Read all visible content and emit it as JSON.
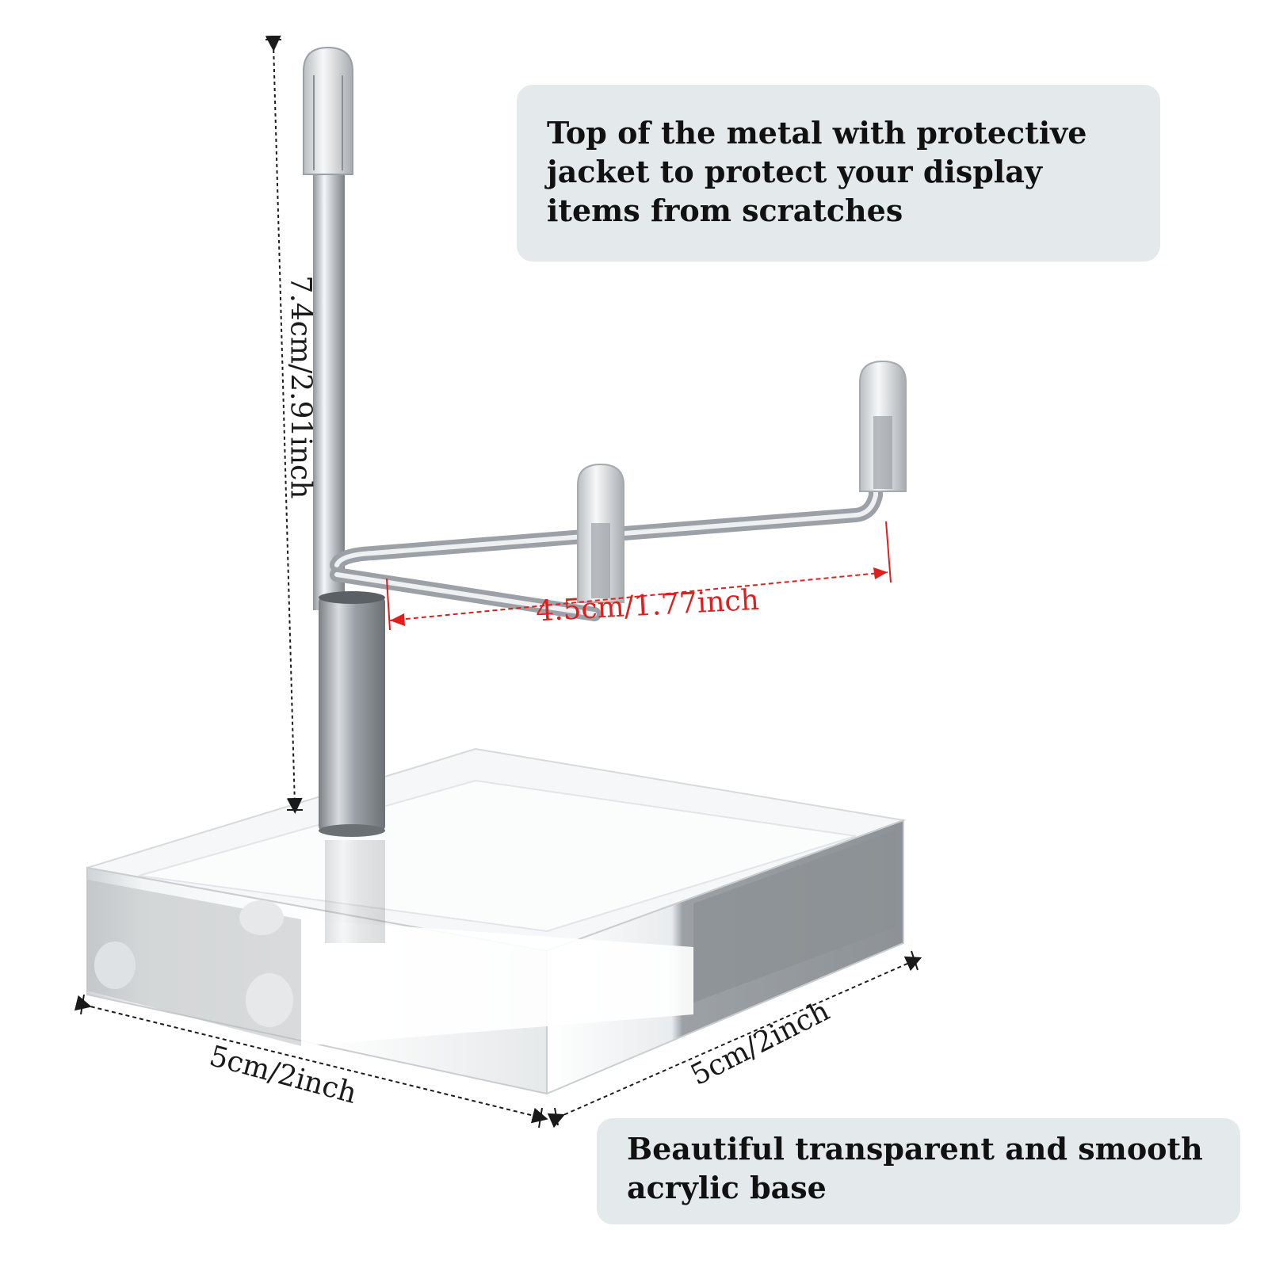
{
  "callouts": {
    "top": "Top of the metal with protective jacket to protect your display items from scratches",
    "bottom": "Beautiful transparent and smooth acrylic base"
  },
  "dimensions": {
    "height": "7.4cm/2.91inch",
    "arm_span": "4.5cm/1.77inch",
    "base_left": "5cm/2inch",
    "base_right": "5cm/2inch"
  },
  "colors": {
    "callout_background": "#e4eaec",
    "dimension_red": "#e01e1e",
    "metal": "#c8ccd0",
    "acrylic": "#f4f6f7"
  }
}
